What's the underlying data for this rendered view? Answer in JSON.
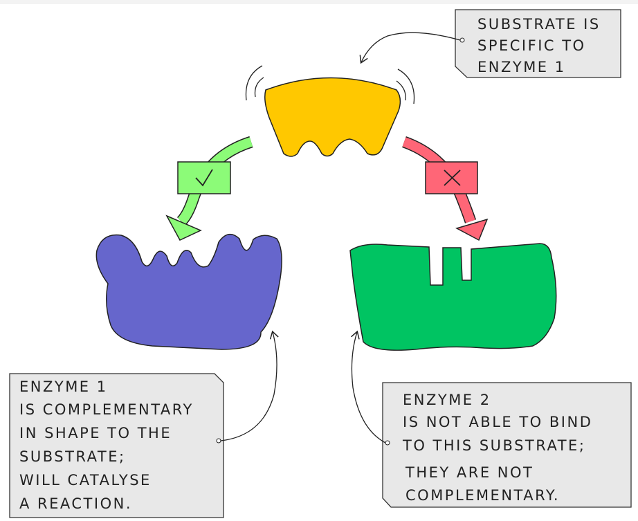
{
  "diagram": {
    "callout_top": {
      "lines": [
        "SUBSTRATE IS",
        "SPECIFIC TO",
        "ENZYME 1"
      ]
    },
    "callout_left": {
      "lines": [
        "ENZYME 1",
        "IS COMPLEMENTARY",
        "IN SHAPE TO THE",
        "SUBSTRATE;",
        "WILL CATALYSE",
        "A REACTION."
      ]
    },
    "callout_right": {
      "lines": [
        "ENZYME 2",
        "IS NOT ABLE TO BIND",
        "TO THIS SUBSTRATE;",
        "THEY ARE NOT",
        "COMPLEMENTARY."
      ]
    },
    "check_icon": "check-mark",
    "cross_icon": "x-mark",
    "colors": {
      "substrate": "#ffc800",
      "enzyme1": "#6666cc",
      "enzyme2": "#00c462",
      "yes_arrow": "#8cfb78",
      "no_arrow": "#ff6677",
      "callout_bg": "#e8e8e8"
    }
  }
}
